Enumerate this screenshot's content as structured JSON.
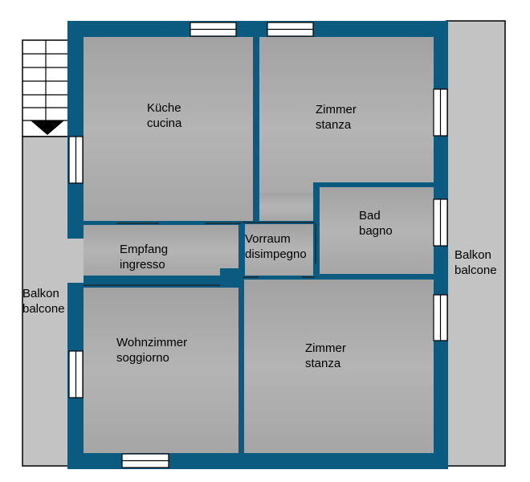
{
  "rooms": {
    "kitchen": {
      "de": "Küche",
      "it": "cucina"
    },
    "room_top": {
      "de": "Zimmer",
      "it": "stanza"
    },
    "bath": {
      "de": "Bad",
      "it": "bagno"
    },
    "hall": {
      "de": "Vorraum",
      "it": "disimpegno"
    },
    "entrance": {
      "de": "Empfang",
      "it": "ingresso"
    },
    "living": {
      "de": "Wohnzimmer",
      "it": "soggiorno"
    },
    "room_bottom": {
      "de": "Zimmer",
      "it": "stanza"
    },
    "balcony_left": {
      "de": "Balkon",
      "it": "balcone"
    },
    "balcony_right": {
      "de": "Balkon",
      "it": "balcone"
    }
  },
  "colors": {
    "wall": "#0b5a80",
    "floor": "#a9a9a9",
    "balcony": "#c3c3c3",
    "window": "#ffffff",
    "outline": "#000000"
  }
}
